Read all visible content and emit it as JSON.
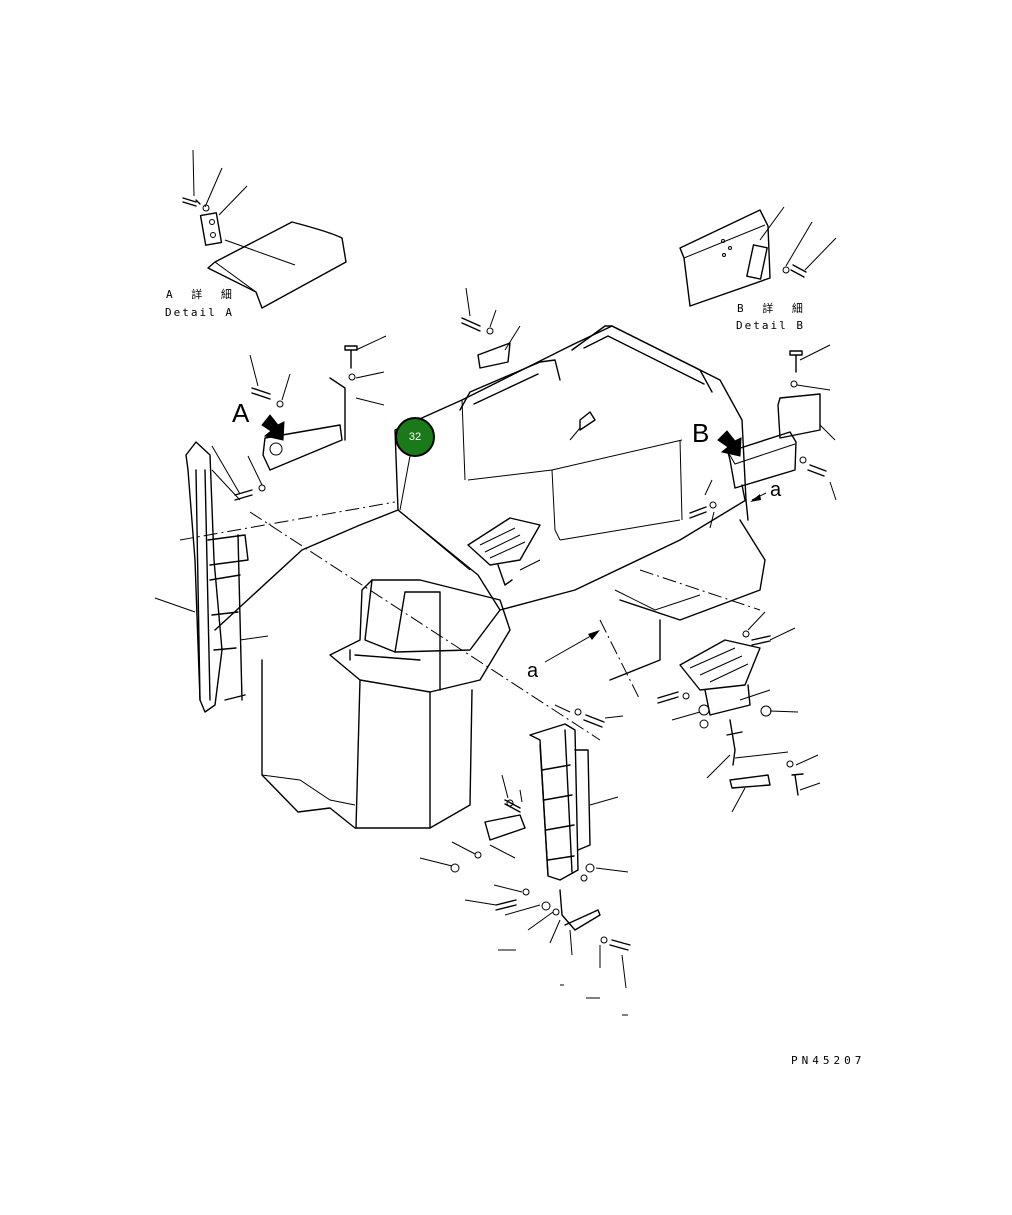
{
  "detail_a": {
    "jp": "A 詳 細",
    "en": "Detail A"
  },
  "detail_b": {
    "jp": "B 詳 細",
    "en": "Detail B"
  },
  "view_labels": {
    "A": "A",
    "B": "B",
    "a_upper": "a",
    "a_lower": "a"
  },
  "callout": {
    "number": "32",
    "color": "#1a7a1a"
  },
  "part_number": "PN45207"
}
